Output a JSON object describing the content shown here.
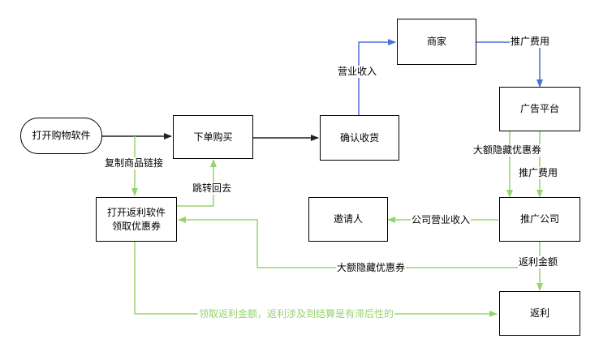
{
  "colors": {
    "black": "#222222",
    "blue": "#4a6fd8",
    "green": "#97d36f"
  },
  "nodes": {
    "open_shop": "打开购物软件",
    "order": "下单购买",
    "confirm": "确认收货",
    "merchant": "商家",
    "ad_platform": "广告平台",
    "rebate_app": "打开返利软件\n领取优惠券",
    "promoter": "推广公司",
    "invitee": "邀请人",
    "rebate": "返利"
  },
  "edges": {
    "revenue": "营业收入",
    "promo_fee_1": "推广费用",
    "copy_link": "复制商品链接",
    "jump_back": "跳转回去",
    "coupon_1": "大额隐藏优惠券",
    "promo_fee_2": "推广费用",
    "company_revenue": "公司营业收入",
    "coupon_2": "大额隐藏优惠券",
    "rebate_amount": "返利金额",
    "delayed_note": "领取返利金额，返利涉及到结算是有滞后性的"
  }
}
